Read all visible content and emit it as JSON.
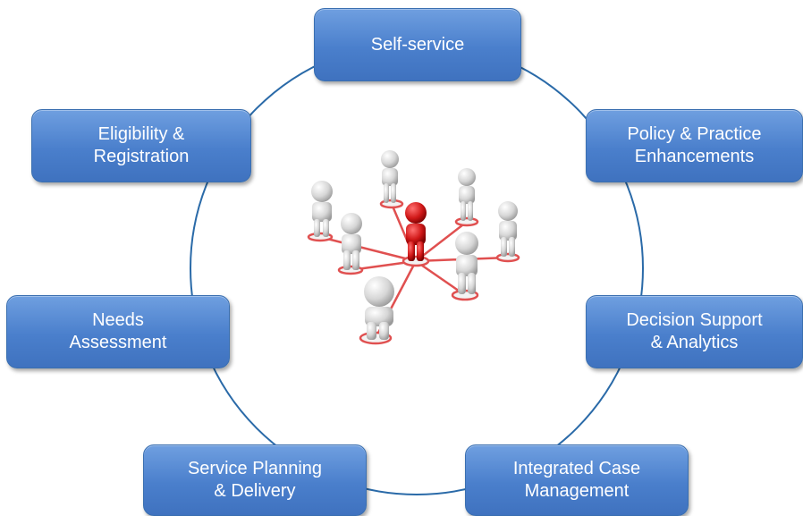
{
  "diagram": {
    "nodes": [
      {
        "id": "self-service",
        "lines": [
          "Self-service"
        ]
      },
      {
        "id": "policy",
        "lines": [
          "Policy & Practice",
          "Enhancements"
        ]
      },
      {
        "id": "decision",
        "lines": [
          "Decision Support",
          "& Analytics"
        ]
      },
      {
        "id": "case",
        "lines": [
          "Integrated Case",
          "Management"
        ]
      },
      {
        "id": "planning",
        "lines": [
          "Service Planning",
          "& Delivery"
        ]
      },
      {
        "id": "needs",
        "lines": [
          "Needs",
          "Assessment"
        ]
      },
      {
        "id": "eligibility",
        "lines": [
          "Eligibility &",
          "Registration"
        ]
      }
    ],
    "colors": {
      "node_fill": "#4a7fcc",
      "node_text": "#ffffff",
      "ring": "#2a6aa8",
      "center_figure": "#cc1a1a",
      "outer_figures": "#d8d8d8",
      "links": "#e05050"
    },
    "center_image": "network-of-people-icon"
  }
}
